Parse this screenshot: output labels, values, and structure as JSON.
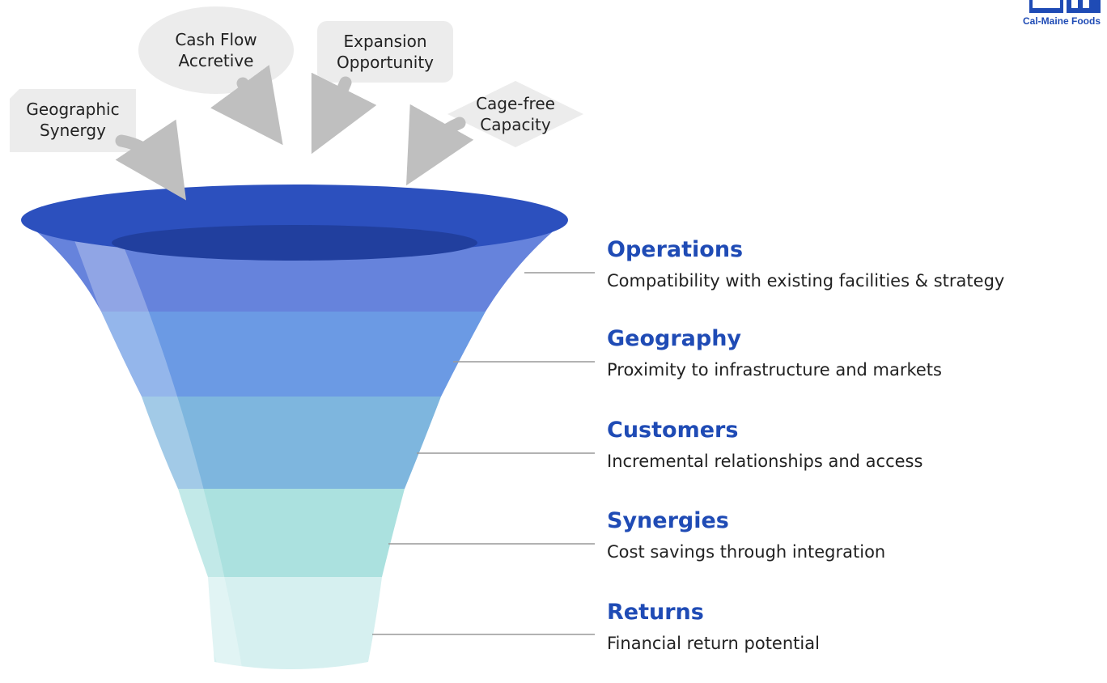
{
  "logo": {
    "brand_text": "Cal-Maine Foods"
  },
  "bubbles": [
    {
      "id": "geographic-synergy",
      "text": "Geographic\nSynergy"
    },
    {
      "id": "cash-flow-accretive",
      "text": "Cash Flow\nAccretive"
    },
    {
      "id": "expansion-opportunity",
      "text": "Expansion\nOpportunity"
    },
    {
      "id": "cage-free-capacity",
      "text": "Cage-free\nCapacity"
    }
  ],
  "stages": [
    {
      "title": "Operations",
      "description": "Compatibility with existing facilities & strategy"
    },
    {
      "title": "Geography",
      "description": "Proximity to infrastructure and markets"
    },
    {
      "title": "Customers",
      "description": "Incremental relationships and access"
    },
    {
      "title": "Synergies",
      "description": "Cost savings through integration"
    },
    {
      "title": "Returns",
      "description": "Financial return potential"
    }
  ],
  "colors": {
    "accent": "#1f4bb5",
    "funnel_rim": "#2c50be",
    "funnel_inner": "#213f9e",
    "band_1": "#6683dc",
    "band_2": "#6b9ae4",
    "band_3": "#7eb6de",
    "band_4": "#abe1df",
    "band_5": "#d6f0f0",
    "bubble_fill": "#ececec",
    "arrow": "#bfbfbf",
    "leader_line": "#999999"
  }
}
